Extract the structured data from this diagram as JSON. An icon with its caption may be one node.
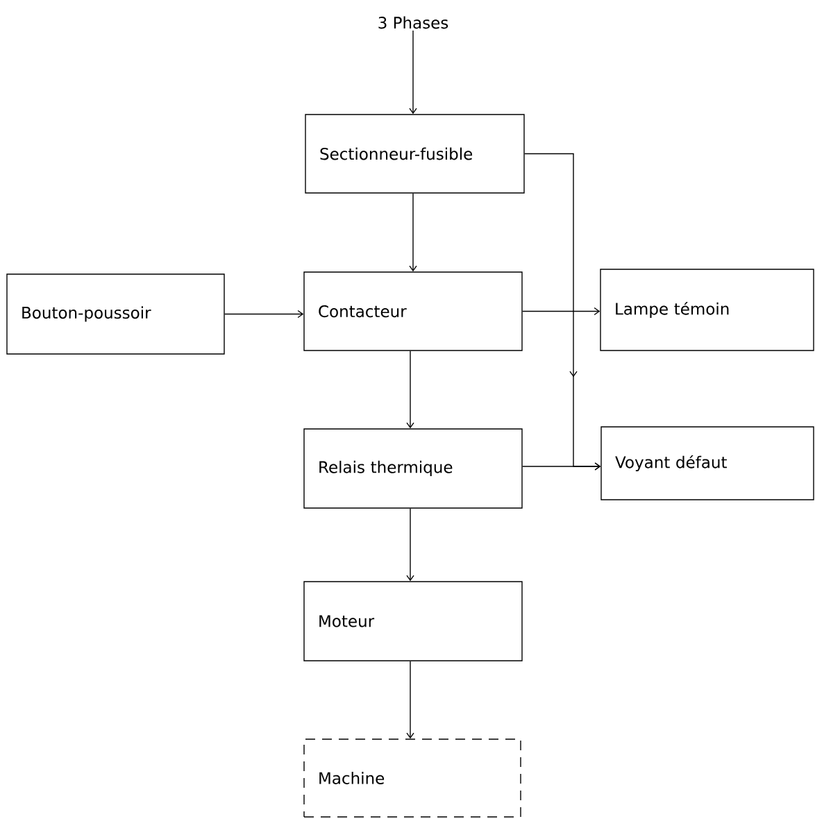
{
  "diagram": {
    "nodes": [
      {
        "text": [
          "3 Phases"
        ]
      },
      {
        "text": [
          "Sectionneur-fusible"
        ]
      },
      {
        "text": [
          "Bouton-poussoir"
        ]
      },
      {
        "text": [
          "Contacteur"
        ]
      },
      {
        "text": [
          "Lampe témoin"
        ]
      },
      {
        "text": [
          "Relais thermique"
        ]
      },
      {
        "text": [
          "Voyant défaut"
        ]
      },
      {
        "text": [
          "Moteur"
        ]
      },
      {
        "text": [
          "Machine"
        ]
      }
    ],
    "edges": [
      {
        "from": 0,
        "to": 1,
        "arrow": "to"
      },
      {
        "from": 1,
        "to": 3,
        "arrow": "to"
      },
      {
        "from": 2,
        "to": 3,
        "arrow": "to"
      },
      {
        "from": 3,
        "to": 4,
        "arrow": "to"
      },
      {
        "from": 3,
        "to": 5,
        "arrow": "to"
      },
      {
        "from": 5,
        "to": 7,
        "arrow": "to"
      },
      {
        "from": 7,
        "to": 8,
        "arrow": "to"
      },
      {
        "from": 1,
        "to": 6,
        "arrow": "to"
      },
      {
        "from": 5,
        "to": 6,
        "arrow": "to"
      }
    ]
  }
}
